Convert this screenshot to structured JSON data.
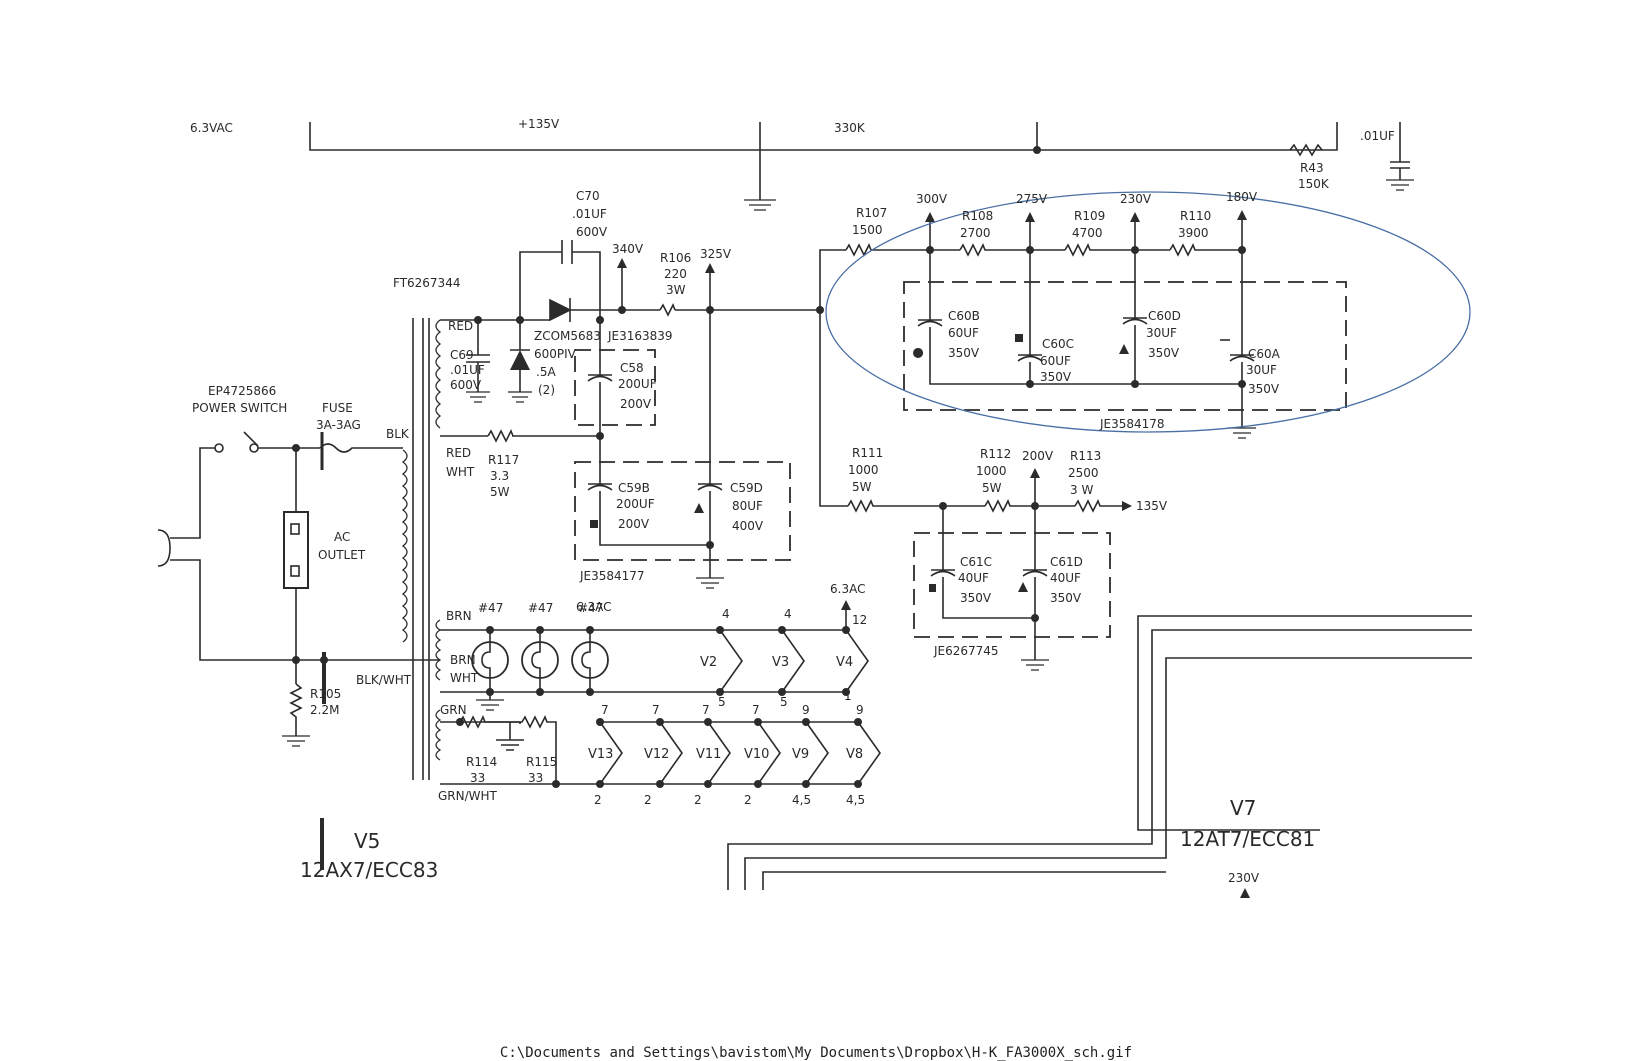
{
  "labels": {
    "vac_63": "6.3VAC",
    "v135_top": "+135V",
    "r330k": "330K",
    "c_01uf_top": ".01UF",
    "r43": "R43",
    "r43_val": "150K",
    "c70": "C70",
    "c70_val": ".01UF",
    "c70_v": "600V",
    "v340": "340V",
    "r106": "R106",
    "r106_val": "220",
    "r106_w": "3W",
    "v325": "325V",
    "r107": "R107",
    "r107_val": "1500",
    "v300": "300V",
    "v275": "275V",
    "v230": "230V",
    "v180": "180V",
    "r108": "R108",
    "r108_val": "2700",
    "r109": "R109",
    "r109_val": "4700",
    "r110": "R110",
    "r110_val": "3900",
    "ft": "FT6267344",
    "red": "RED",
    "c69": "C69",
    "c69_val": ".01UF",
    "c69_v": "600V",
    "zcom": "ZCOM5683",
    "piv": "600PIV",
    "amp": ".5A",
    "two": "(2)",
    "je3163839": "JE3163839",
    "c58": "C58",
    "c58_val": "200UF",
    "c58_v": "200V",
    "c60b": "C60B",
    "c60b_val": "60UF",
    "c60b_v": "350V",
    "c60c": "C60C",
    "c60c_val": "60UF",
    "c60c_v": "350V",
    "c60d": "C60D",
    "c60d_val": "30UF",
    "c60d_v": "350V",
    "c60a": "C60A",
    "c60a_val": "30UF",
    "c60a_v": "350V",
    "je3584178": "JE3584178",
    "ep": "EP4725866",
    "power_switch": "POWER SWITCH",
    "fuse": "FUSE",
    "fuse_val": "3A-3AG",
    "blk": "BLK",
    "red2": "RED",
    "wht": "WHT",
    "r117": "R117",
    "r117_val": "3.3",
    "r117_w": "5W",
    "r111": "R111",
    "r111_val": "1000",
    "r111_w": "5W",
    "r112": "R112",
    "r112_val": "1000",
    "r112_w": "5W",
    "v200": "200V",
    "r113": "R113",
    "r113_val": "2500",
    "r113_w": "3 W",
    "v135": "135V",
    "ac": "AC",
    "outlet": "OUTLET",
    "c59b": "C59B",
    "c59b_val": "200UF",
    "c59b_v": "200V",
    "c59d": "C59D",
    "c59d_val": "80UF",
    "c59d_v": "400V",
    "je3584177": "JE3584177",
    "c61c": "C61C",
    "c61c_val": "40UF",
    "c61c_v": "350V",
    "c61d": "C61D",
    "c61d_val": "40UF",
    "c61d_v": "350V",
    "je6267745": "JE6267745",
    "ac63": "6.3AC",
    "n12": "12",
    "brn": "BRN",
    "lamp1": "#47",
    "lamp2": "#47",
    "lamp3": "#47",
    "brn2": "BRN",
    "wht2": "WHT",
    "v2": "V2",
    "v3": "V3",
    "v4": "V4",
    "p4a": "4",
    "p4b": "4",
    "p5a": "5",
    "p5b": "5",
    "p1": "1",
    "blk_wht": "BLK/WHT",
    "r105": "R105",
    "r105_val": "2.2M",
    "grn": "GRN",
    "grn_wht": "GRN/WHT",
    "r114": "R114",
    "r114_val": "33",
    "r115": "R115",
    "r115_val": "33",
    "v13": "V13",
    "v12": "V12",
    "v11": "V11",
    "v10": "V10",
    "v9": "V9",
    "v8": "V8",
    "p7a": "7",
    "p7b": "7",
    "p7c": "7",
    "p7d": "7",
    "p9a": "9",
    "p9b": "9",
    "p2a": "2",
    "p2b": "2",
    "p2c": "2",
    "p2d": "2",
    "p45a": "4,5",
    "p45b": "4,5",
    "v5": "V5",
    "v5_tube": "12AX7/ECC83",
    "v7": "V7",
    "v7_tube": "12AT7/ECC81",
    "v230b": "230V"
  },
  "caption": "C:\\Documents and Settings\\bavistom\\My Documents\\Dropbox\\H-K_FA3000X_sch.gif"
}
